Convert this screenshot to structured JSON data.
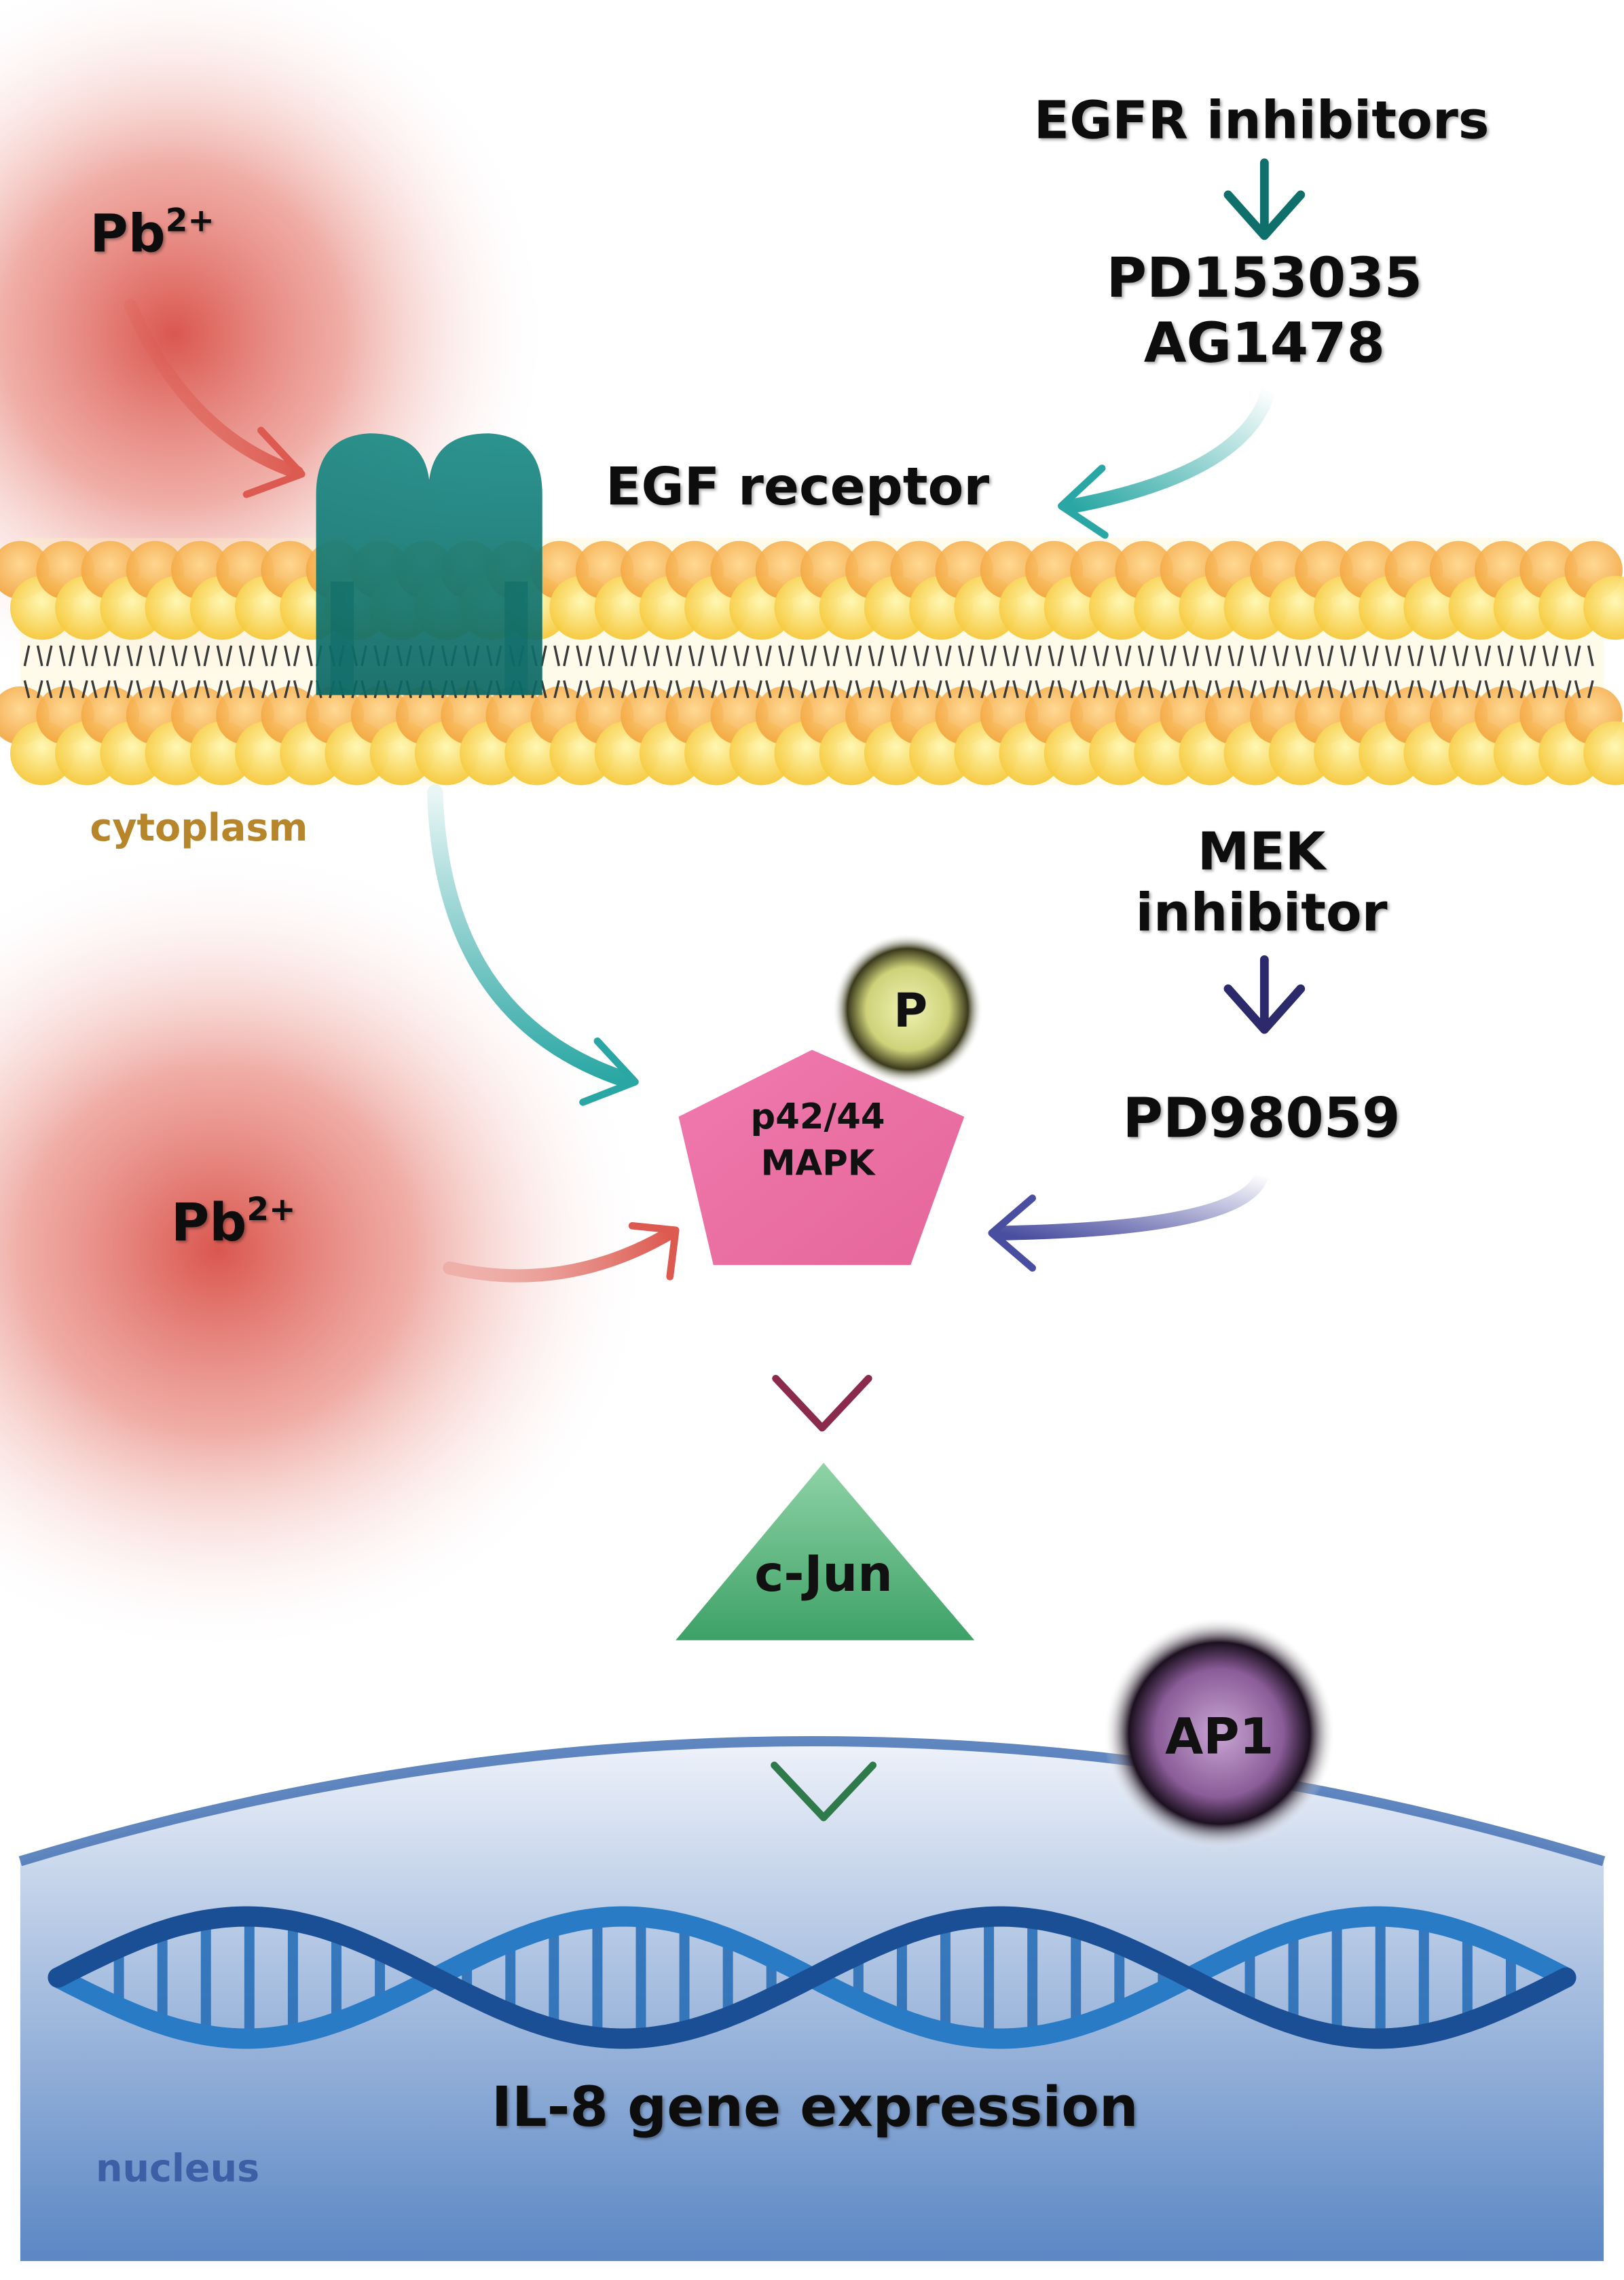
{
  "stimulus": {
    "top_label": "Pb",
    "top_superscript": "2+",
    "bottom_label": "Pb",
    "bottom_superscript": "2+"
  },
  "egfr_inhibitors": {
    "heading": "EGFR inhibitors",
    "compound_1": "PD153035",
    "compound_2": "AG1478"
  },
  "receptor": {
    "label": "EGF receptor"
  },
  "compartments": {
    "cytoplasm": "cytoplasm",
    "nucleus": "nucleus"
  },
  "mek_inhibitor": {
    "heading_line_1": "MEK",
    "heading_line_2": "inhibitor",
    "compound": "PD98059"
  },
  "mapk": {
    "label_line_1": "p42/44",
    "label_line_2": "MAPK",
    "phospho_label": "P"
  },
  "cjun": {
    "label": "c-Jun"
  },
  "ap1": {
    "label": "AP1"
  },
  "gene": {
    "label": "IL-8 gene expression"
  },
  "colors": {
    "pb_cloud": "#dc5a50",
    "receptor": "#0f7c78",
    "membrane_head": "#f7d24a",
    "egfr_arrow": "#2aa7a4",
    "mek_arrow": "#4a4ea0",
    "mapk": "#e8699e",
    "cjun": "#3faa6a",
    "ap1": "#7a4b86",
    "nucleus": "#4d7fc0",
    "dna": "#1f5fa8"
  }
}
